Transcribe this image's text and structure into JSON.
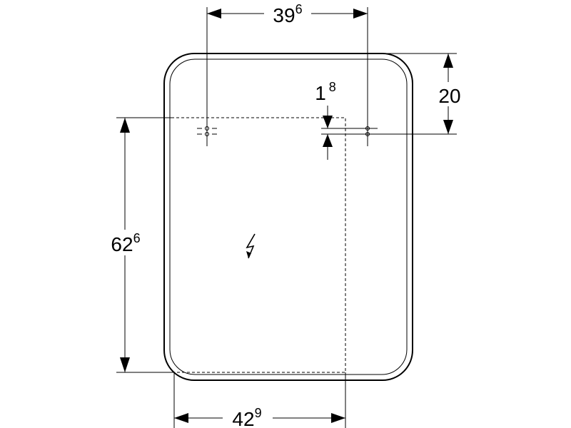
{
  "dimensions": {
    "top_width": {
      "main": "39",
      "sup": "6"
    },
    "bottom_width": {
      "main": "42",
      "sup": "9"
    },
    "left_height": {
      "main": "62",
      "sup": "6"
    },
    "right_height": {
      "main": "20",
      "sup": ""
    },
    "small_offset": {
      "main": "1",
      "sup": "8"
    }
  },
  "icons": {
    "power": "electrical-connection-icon"
  },
  "colors": {
    "stroke": "#000000",
    "background": "#ffffff"
  }
}
